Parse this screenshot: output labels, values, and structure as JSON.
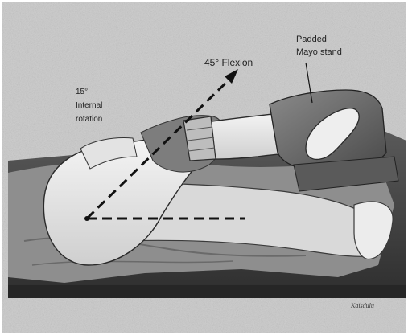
{
  "annotations": {
    "flexion": "45° Flexion",
    "rotation_line1": "15°",
    "rotation_line2": "Internal",
    "rotation_line3": "rotation",
    "stand_line1": "Padded",
    "stand_line2": "Mayo stand"
  },
  "signature": "Kaisdulu",
  "palette": {
    "background": "#cfcfcf",
    "table": "#3f3f3f",
    "drape": "#8e8e8e",
    "skin": "#efefef",
    "pad": "#6e6e6e",
    "line": "#111111"
  }
}
